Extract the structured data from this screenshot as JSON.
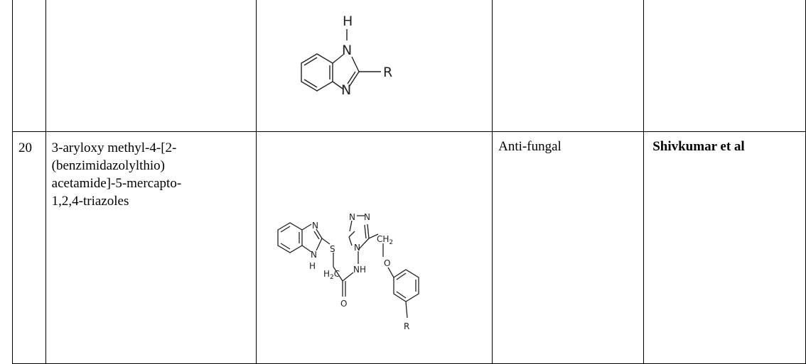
{
  "table": {
    "rows": [
      {
        "number": "",
        "compound": "",
        "structure_labels": {
          "h": "H",
          "n1": "N",
          "n2": "N",
          "r": "R"
        },
        "activity": "",
        "reference": ""
      },
      {
        "number": "20",
        "compound_lines": [
          "3-aryloxy methyl-4-[2-",
          "(benzimidazolylthio)",
          "acetamide]-5-mercapto-",
          "1,2,4-triazoles"
        ],
        "structure_labels": {
          "n_top": "N",
          "nh_bottom": "N",
          "h_bottom": "H",
          "s": "S",
          "triazole_n1": "N",
          "triazole_n2": "N",
          "triazole_n4": "N",
          "ch2_top": "CH",
          "ch2_top_sub": "2",
          "o_ether": "O",
          "h2c_h": "H",
          "h2c_sub": "2",
          "h2c_c": "C",
          "nh": "NH",
          "o_carbonyl": "O",
          "r": "R"
        },
        "activity": "Anti-fungal",
        "reference": "Shivkumar et al"
      }
    ]
  }
}
